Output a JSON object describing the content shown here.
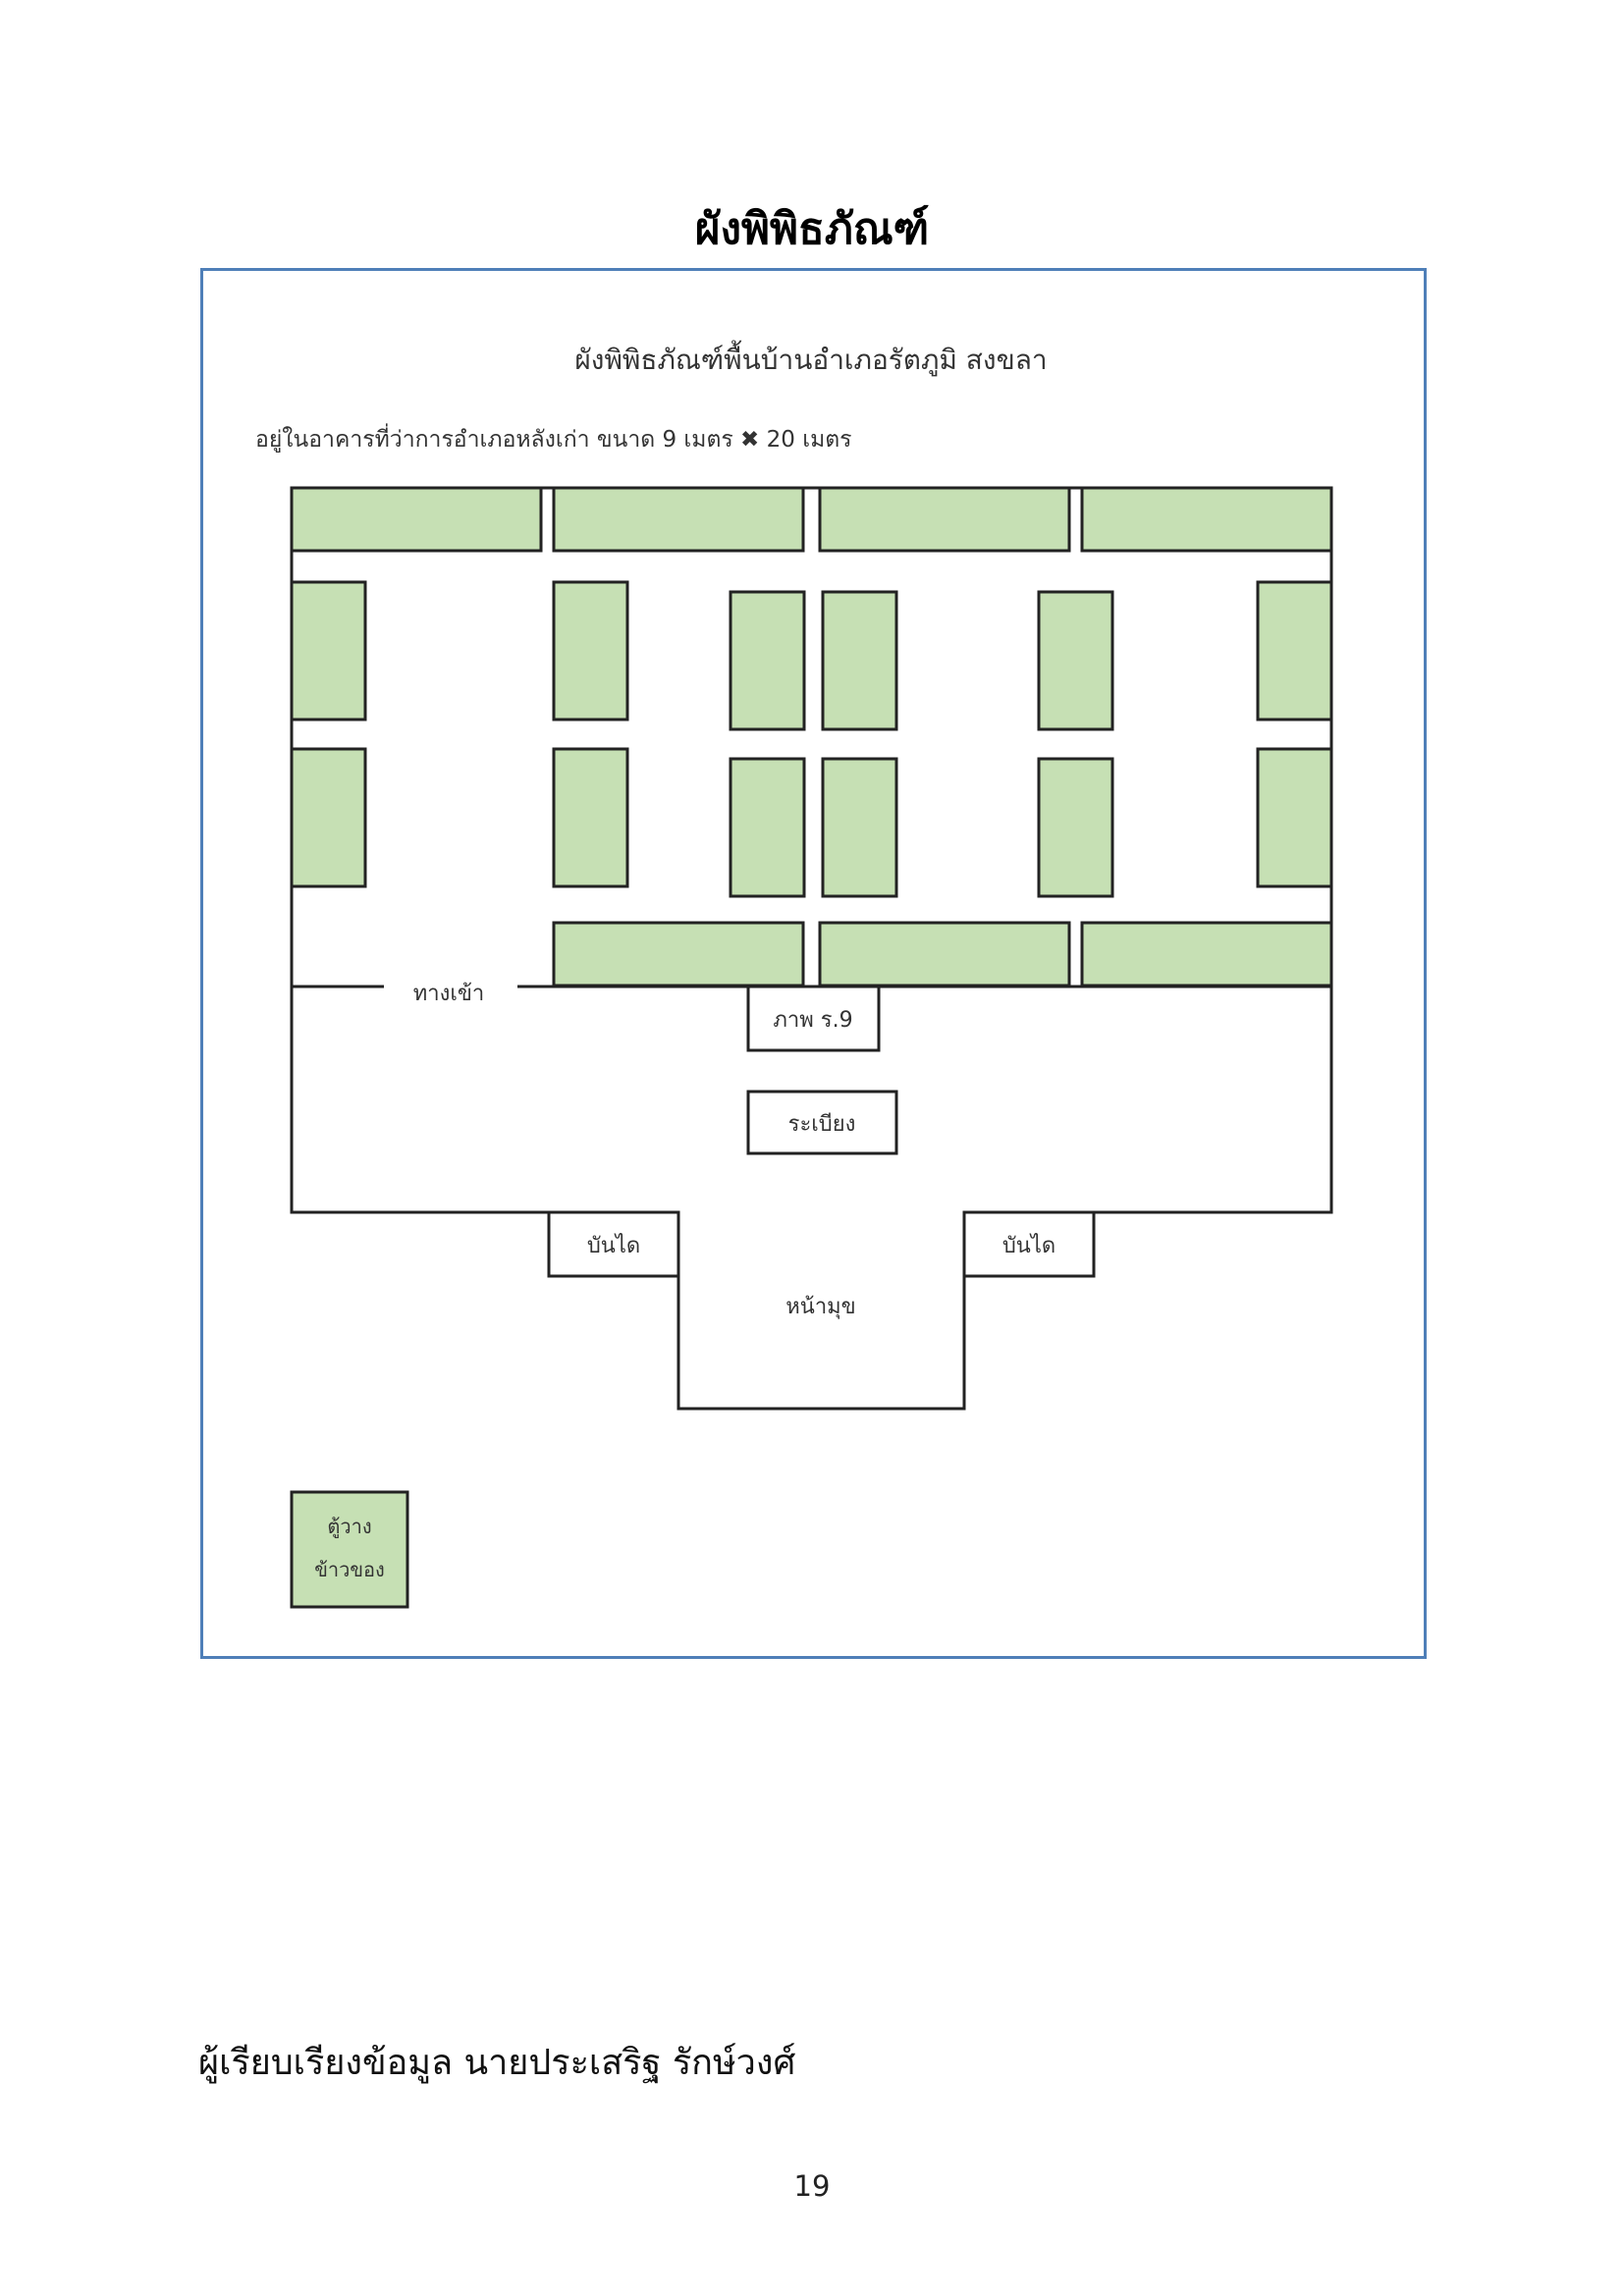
{
  "page_title": "ผังพิพิธภัณฑ์",
  "plan": {
    "heading": "ผังพิพิธภัณฑ์พื้นบ้านอำเภอรัตภูมิ สงขลา",
    "subheading": "อยู่ในอาคารที่ว่าการอำเภอหลังเก่า ขนาด 9 เมตร ✖ 20 เมตร",
    "entrance_label": "ทางเข้า",
    "portrait_label": "ภาพ ร.9",
    "veranda_label": "ระเบียง",
    "stairs_left_label": "บันได",
    "stairs_right_label": "บันได",
    "porch_label": "หน้ามุข",
    "legend_label_line1": "ตู้วาง",
    "legend_label_line2": "ข้าวของ"
  },
  "colors": {
    "cabinet_fill": "#c6e0b4",
    "line": "#222222",
    "frame_border": "#4f7fb8"
  },
  "author_credit": "ผู้เรียบเรียงข้อมูล นายประเสริฐ รักษ์วงศ์",
  "page_number": "19"
}
